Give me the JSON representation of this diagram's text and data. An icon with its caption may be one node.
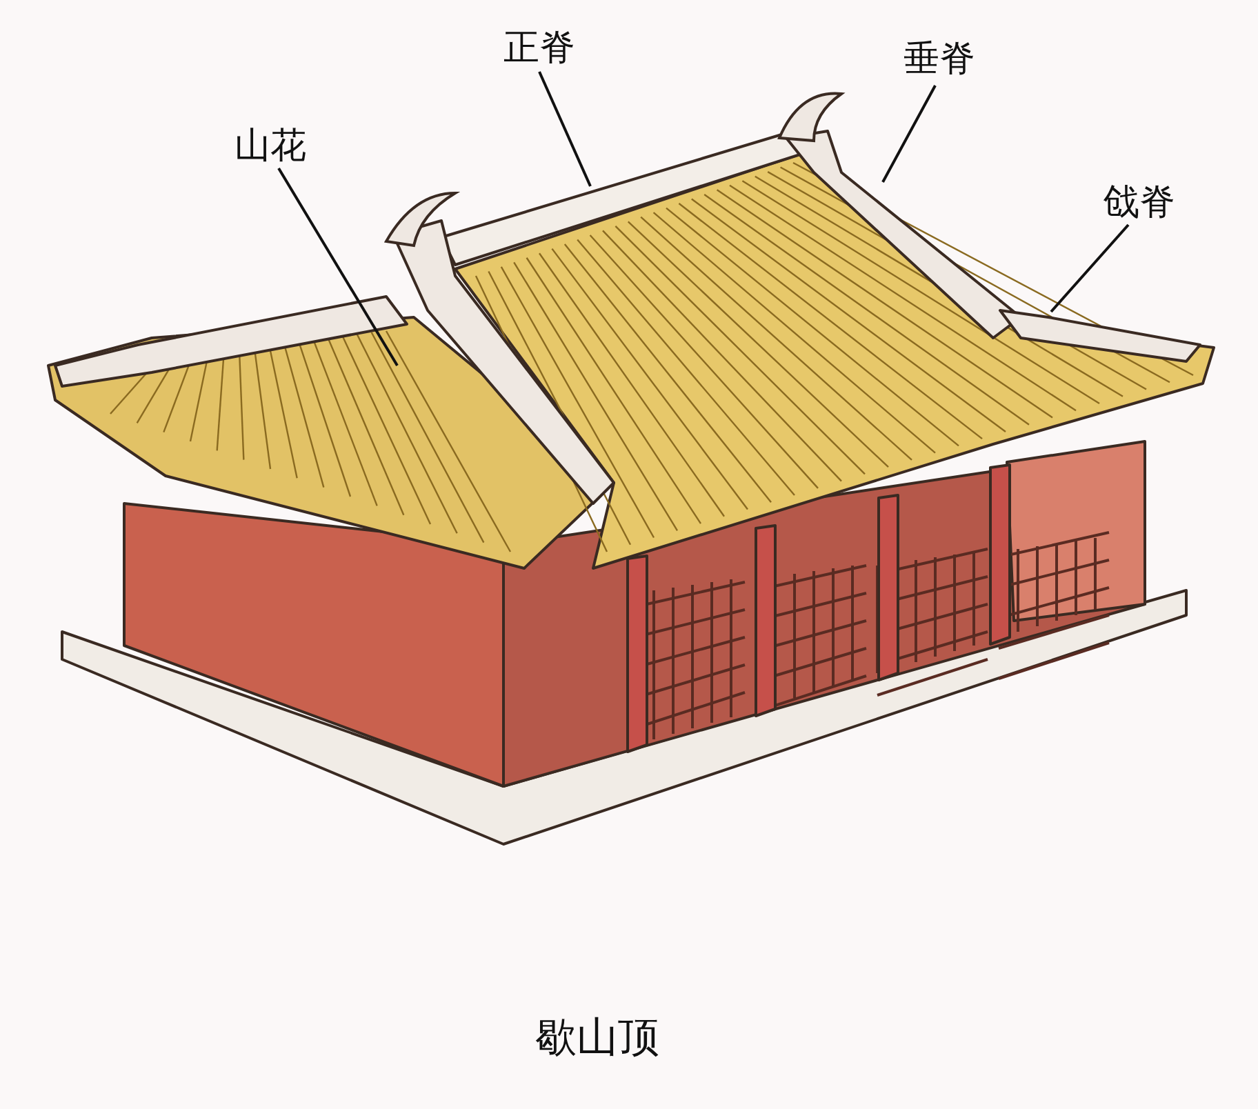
{
  "diagram": {
    "caption": "歇山顶",
    "nodes": [
      {
        "text": [
          "山花"
        ]
      },
      {
        "text": [
          "正脊"
        ]
      },
      {
        "text": [
          "垂脊"
        ]
      },
      {
        "text": [
          "戗脊"
        ]
      }
    ],
    "edges": [
      {
        "from": 0,
        "to": null,
        "arrow": "none"
      },
      {
        "from": 1,
        "to": null,
        "arrow": "none"
      },
      {
        "from": 2,
        "to": null,
        "arrow": "none"
      },
      {
        "from": 3,
        "to": null,
        "arrow": "none"
      }
    ]
  }
}
